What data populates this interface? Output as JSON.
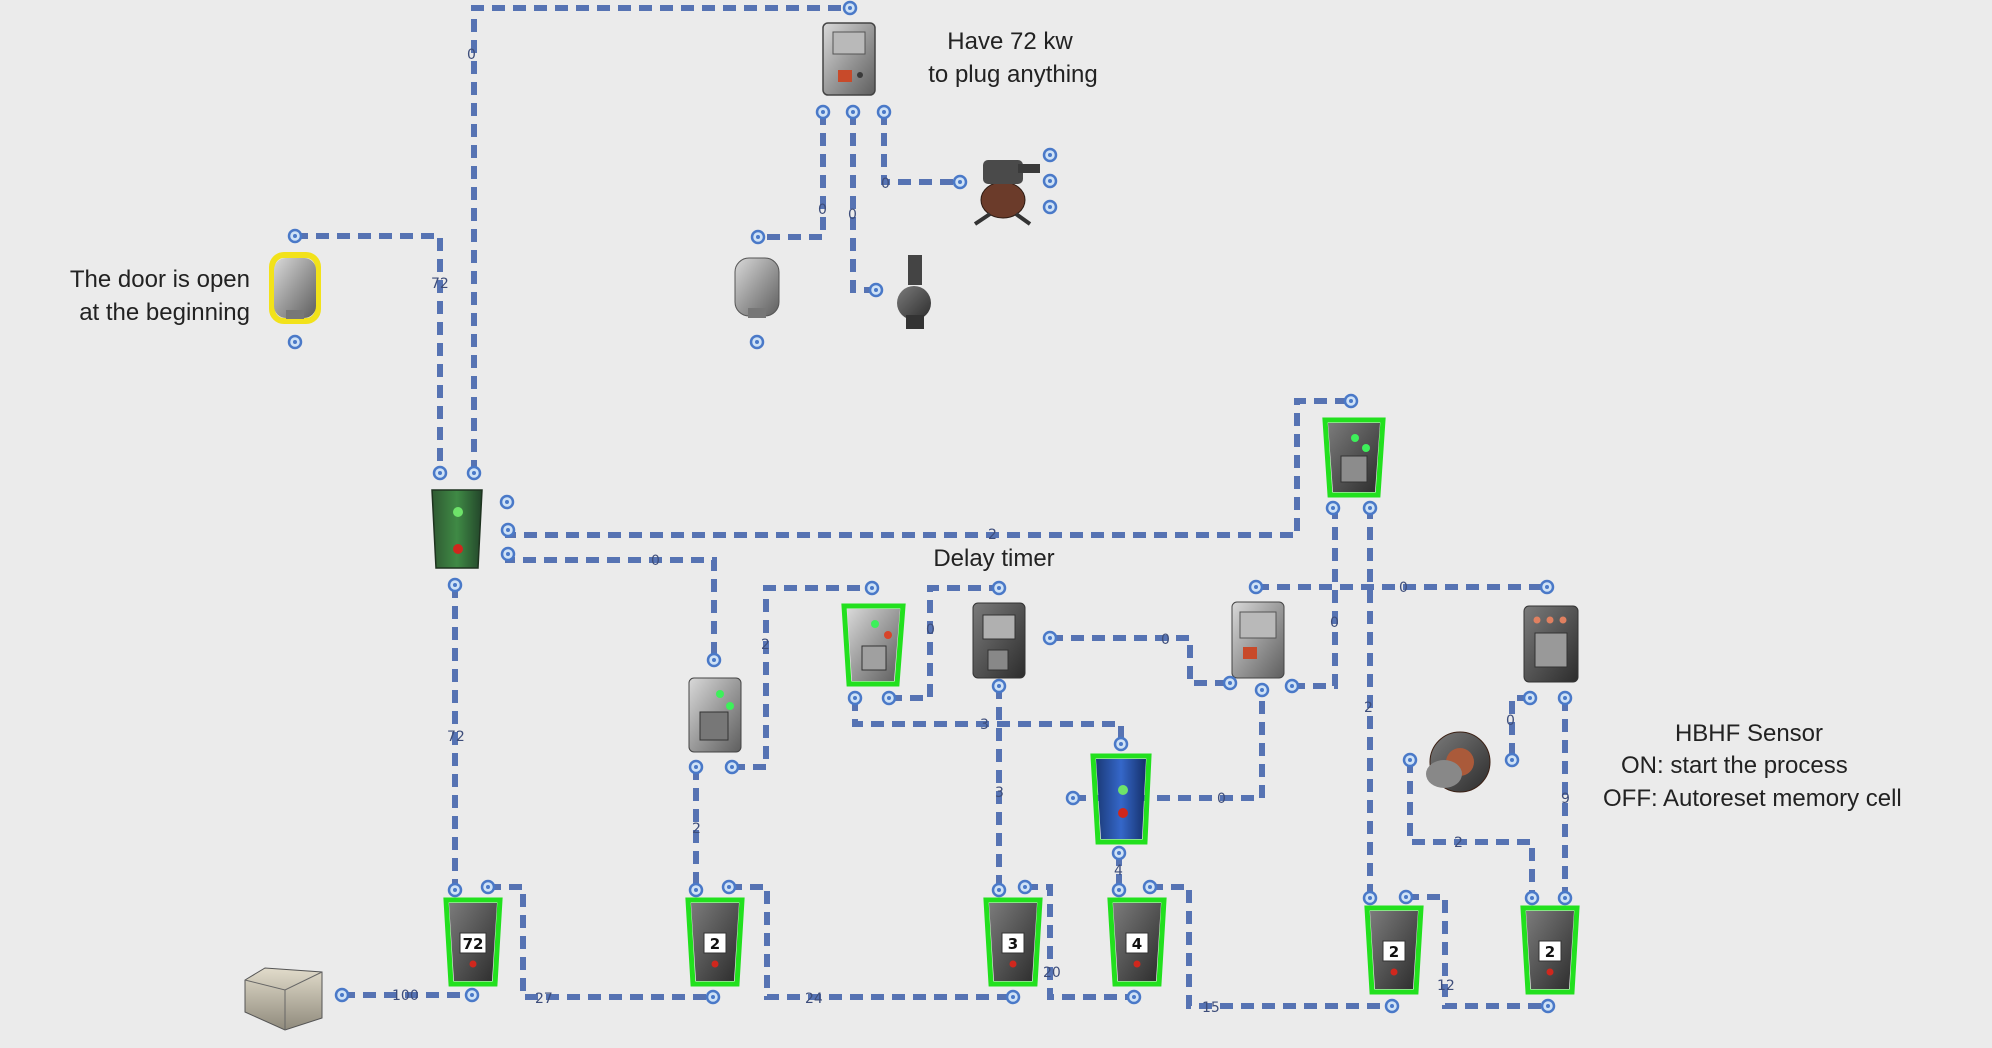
{
  "notes": {
    "power_line1": "Have 72 kw",
    "power_line2": "to plug anything",
    "door_line1": "The door is open",
    "door_line2": "at the beginning",
    "delay_timer": "Delay timer",
    "sensor_line1": "HBHF Sensor",
    "sensor_line2": "ON: start the process",
    "sensor_line3": "OFF: Autoreset memory cell"
  },
  "wire_labels": {
    "w_top": "0",
    "w_door": "72",
    "w_sw_down": "0",
    "w_sw_turret": "0",
    "w_sw_rocket": "0",
    "w_main_right": "2",
    "w_main_branch": "0",
    "w_green_down": "72",
    "w_rst1_down": "2",
    "w_rst1_up": "2",
    "w_timer_mid": "0",
    "w_timer_bottom": "3",
    "w_timer_down": "3",
    "w_panel_right": "0",
    "w_top_right": "0",
    "w_right_sw": "0",
    "w_blue_right": "0",
    "w_blue_down": "4",
    "w_mid_right_down": "2",
    "w_sensor_small": "0",
    "w_sensor_right": "9",
    "w_sensor_bottom": "2",
    "b_100": "100",
    "b_27": "27",
    "b_24": "24",
    "b_20": "20",
    "b_15": "15",
    "b_12": "12"
  },
  "counters": [
    "72",
    "2",
    "3",
    "4",
    "2",
    "2"
  ],
  "colors": {
    "wire": "#5673b3",
    "highlight_green": "#22e01e",
    "highlight_yellow": "#f2e21a",
    "background": "#ebebeb"
  }
}
